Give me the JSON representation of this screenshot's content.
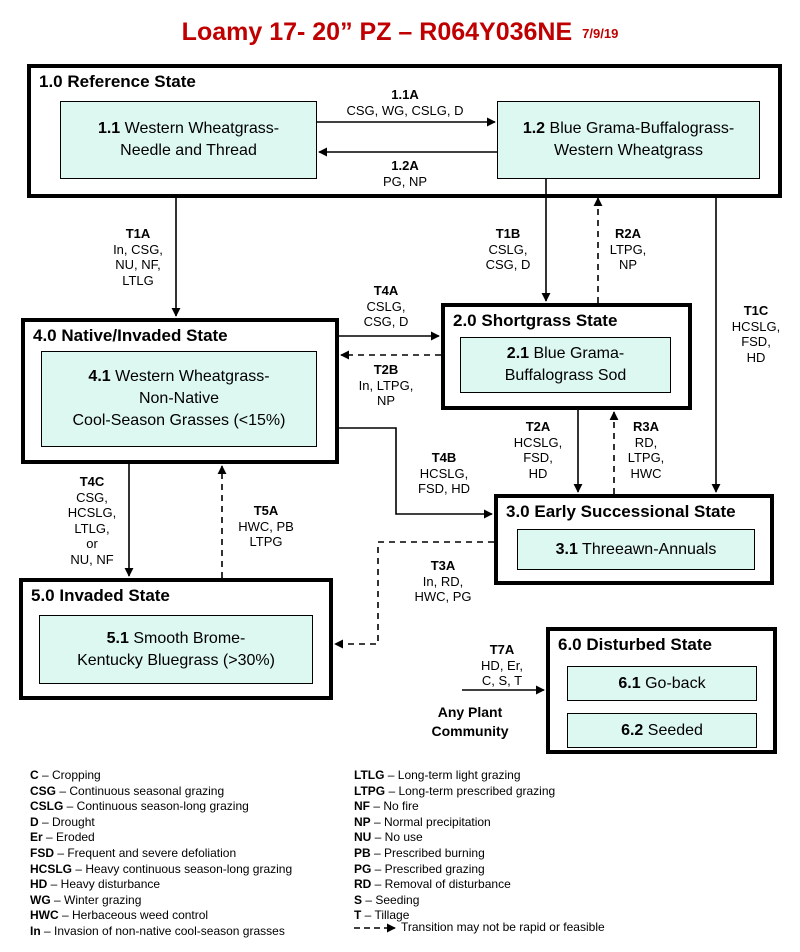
{
  "title": {
    "main": "Loamy 17- 20” PZ – R064Y036NE",
    "date": "7/9/19"
  },
  "states": {
    "s1": {
      "title": "1.0 Reference State",
      "c11": {
        "num": "1.1",
        "name": "Western Wheatgrass-",
        "name2": "Needle and Thread"
      },
      "c12": {
        "num": "1.2",
        "name": "Blue Grama-Buffalograss-",
        "name2": "Western Wheatgrass"
      }
    },
    "s2": {
      "title": "2.0 Shortgrass State",
      "c21": {
        "num": "2.1",
        "name": "Blue Grama-",
        "name2": "Buffalograss Sod"
      }
    },
    "s3": {
      "title": "3.0 Early Successional  State",
      "c31": {
        "num": "3.1",
        "name": "Threeawn-Annuals"
      }
    },
    "s4": {
      "title": "4.0 Native/Invaded State",
      "c41": {
        "num": "4.1",
        "name": "Western Wheatgrass-",
        "name2": "Non-Native",
        "name3": "Cool-Season Grasses (<15%)"
      }
    },
    "s5": {
      "title": "5.0 Invaded State",
      "c51": {
        "num": "5.1",
        "name": "Smooth Brome-",
        "name2": "Kentucky Bluegrass (>30%)"
      }
    },
    "s6": {
      "title": "6.0 Disturbed State",
      "c61": {
        "num": "6.1",
        "name": "Go-back"
      },
      "c62": {
        "num": "6.2",
        "name": "Seeded"
      }
    }
  },
  "transitions": {
    "p11a": {
      "code": "1.1A",
      "text": "CSG, WG, CSLG, D"
    },
    "p12a": {
      "code": "1.2A",
      "text": "PG, NP"
    },
    "t1a": {
      "code": "T1A",
      "l1": "In, CSG,",
      "l2": "NU, NF,",
      "l3": "LTLG"
    },
    "t1b": {
      "code": "T1B",
      "l1": "CSLG,",
      "l2": "CSG, D"
    },
    "r2a": {
      "code": "R2A",
      "l1": "LTPG,",
      "l2": "NP"
    },
    "t1c": {
      "code": "T1C",
      "l1": "HCSLG,",
      "l2": "FSD,",
      "l3": "HD"
    },
    "t4a": {
      "code": "T4A",
      "l1": "CSLG,",
      "l2": "CSG, D"
    },
    "t2b": {
      "code": "T2B",
      "l1": "In, LTPG,",
      "l2": "NP"
    },
    "t2a": {
      "code": "T2A",
      "l1": "HCSLG,",
      "l2": "FSD,",
      "l3": "HD"
    },
    "r3a": {
      "code": "R3A",
      "l1": "RD,",
      "l2": "LTPG,",
      "l3": "HWC"
    },
    "t4b": {
      "code": "T4B",
      "l1": "HCSLG,",
      "l2": "FSD, HD"
    },
    "t4c": {
      "code": "T4C",
      "l1": "CSG,",
      "l2": "HCSLG,",
      "l3": "LTLG,",
      "l4": "or",
      "l5": "NU, NF"
    },
    "t5a": {
      "code": "T5A",
      "l1": "HWC, PB",
      "l2": "LTPG"
    },
    "t3a": {
      "code": "T3A",
      "l1": "In, RD,",
      "l2": "HWC, PG"
    },
    "t7a": {
      "code": "T7A",
      "l1": "HD, Er,",
      "l2": "C, S, T"
    }
  },
  "any_plant": {
    "l1": "Any Plant",
    "l2": "Community"
  },
  "legend": {
    "left": [
      {
        "abbr": "C",
        "desc": " – Cropping"
      },
      {
        "abbr": "CSG",
        "desc": " – Continuous seasonal grazing"
      },
      {
        "abbr": "CSLG",
        "desc": " – Continuous season-long grazing"
      },
      {
        "abbr": "D",
        "desc": " – Drought"
      },
      {
        "abbr": "Er",
        "desc": " – Eroded"
      },
      {
        "abbr": "FSD",
        "desc": " – Frequent and severe defoliation"
      },
      {
        "abbr": "HCSLG",
        "desc": " – Heavy continuous season-long grazing"
      },
      {
        "abbr": "HD",
        "desc": " – Heavy disturbance"
      },
      {
        "abbr": "WG",
        "desc": " – Winter grazing"
      },
      {
        "abbr": "HWC",
        "desc": " – Herbaceous weed control"
      },
      {
        "abbr": "In",
        "desc": " – Invasion of non-native cool-season grasses"
      }
    ],
    "right": [
      {
        "abbr": "LTLG",
        "desc": " – Long-term light grazing"
      },
      {
        "abbr": "LTPG",
        "desc": " – Long-term prescribed grazing"
      },
      {
        "abbr": "NF",
        "desc": " – No fire"
      },
      {
        "abbr": "NP",
        "desc": " – Normal precipitation"
      },
      {
        "abbr": "NU",
        "desc": " – No use"
      },
      {
        "abbr": "PB",
        "desc": " – Prescribed burning"
      },
      {
        "abbr": "PG",
        "desc": " – Prescribed grazing"
      },
      {
        "abbr": "RD",
        "desc": " – Removal of disturbance"
      },
      {
        "abbr": "S",
        "desc": " – Seeding"
      },
      {
        "abbr": "T",
        "desc": " – Tillage"
      }
    ],
    "dashed_note": "Transition may not be rapid or feasible"
  }
}
